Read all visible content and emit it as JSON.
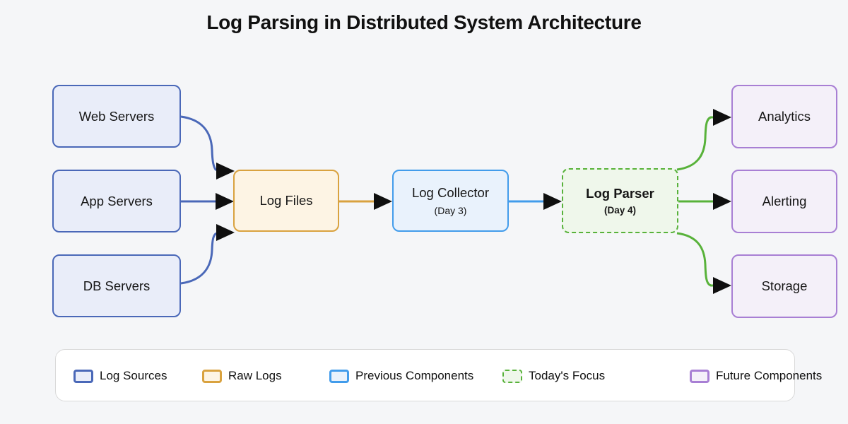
{
  "title": "Log Parsing in Distributed System Architecture",
  "colors": {
    "background": "#f5f6f8",
    "log_sources_border": "#4a68b8",
    "log_sources_fill": "#e9edf9",
    "raw_logs_border": "#d9a23f",
    "raw_logs_fill": "#fdf4e4",
    "previous_border": "#429ceb",
    "previous_fill": "#e9f2fc",
    "focus_border": "#58b23a",
    "focus_fill": "#eff7eb",
    "future_border": "#a87fd4",
    "future_fill": "#f4f0f9",
    "arrowhead": "#0f0f0f"
  },
  "nodes": {
    "web_servers": {
      "label": "Web Servers"
    },
    "app_servers": {
      "label": "App Servers"
    },
    "db_servers": {
      "label": "DB Servers"
    },
    "log_files": {
      "label": "Log Files"
    },
    "log_collector": {
      "label": "Log Collector",
      "sublabel": "(Day 3)"
    },
    "log_parser": {
      "label": "Log Parser",
      "sublabel": "(Day 4)"
    },
    "analytics": {
      "label": "Analytics"
    },
    "alerting": {
      "label": "Alerting"
    },
    "storage": {
      "label": "Storage"
    }
  },
  "edges": [
    {
      "from": "Web Servers",
      "to": "Log Files",
      "color": "#4a68b8"
    },
    {
      "from": "App Servers",
      "to": "Log Files",
      "color": "#4a68b8"
    },
    {
      "from": "DB Servers",
      "to": "Log Files",
      "color": "#4a68b8"
    },
    {
      "from": "Log Files",
      "to": "Log Collector",
      "color": "#d9a23f"
    },
    {
      "from": "Log Collector",
      "to": "Log Parser",
      "color": "#429ceb"
    },
    {
      "from": "Log Parser",
      "to": "Analytics",
      "color": "#58b23a"
    },
    {
      "from": "Log Parser",
      "to": "Alerting",
      "color": "#58b23a"
    },
    {
      "from": "Log Parser",
      "to": "Storage",
      "color": "#58b23a"
    }
  ],
  "legend": {
    "items": [
      {
        "label": "Log Sources",
        "border": "#4a68b8",
        "fill": "#e9edf9",
        "style": "solid"
      },
      {
        "label": "Raw Logs",
        "border": "#d9a23f",
        "fill": "#fdf4e4",
        "style": "solid"
      },
      {
        "label": "Previous Components",
        "border": "#429ceb",
        "fill": "#e9f2fc",
        "style": "solid"
      },
      {
        "label": "Today's Focus",
        "border": "#58b23a",
        "fill": "#eff7eb",
        "style": "dashed"
      },
      {
        "label": "Future Components",
        "border": "#a87fd4",
        "fill": "#f4f0f9",
        "style": "solid"
      }
    ]
  }
}
